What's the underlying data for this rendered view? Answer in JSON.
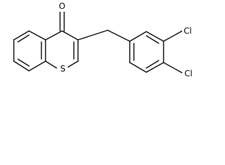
{
  "molecule": {
    "atom_labels": {
      "oxygen": "O",
      "sulfur": "S",
      "chlorine_upper": "Cl",
      "chlorine_lower": "Cl"
    }
  },
  "colors": {
    "bond": "#000000",
    "background": "#ffffff"
  }
}
